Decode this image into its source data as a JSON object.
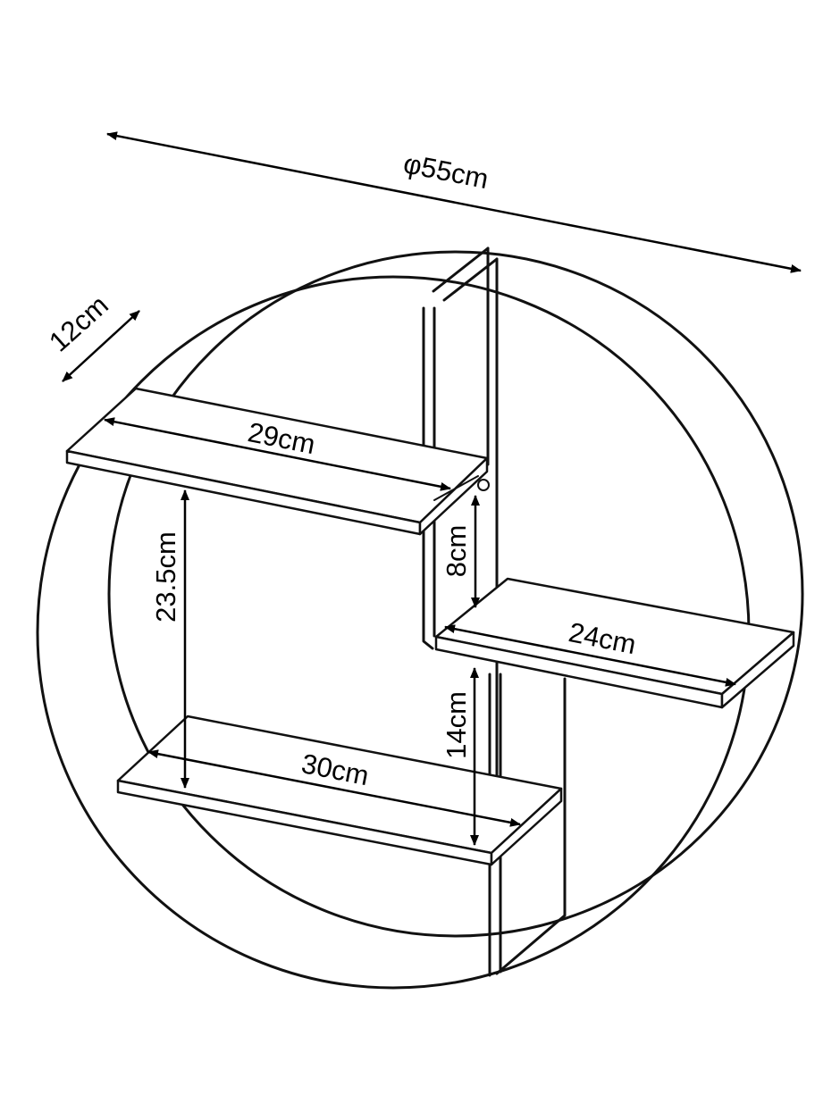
{
  "dimensions": {
    "diameter": "φ55cm",
    "depth": "12cm",
    "top_shelf_width": "29cm",
    "middle_shelf_width": "24cm",
    "bottom_shelf_width": "30cm",
    "left_gap_height": "23.5cm",
    "upper_gap_height": "8cm",
    "lower_gap_height": "14cm"
  },
  "colors": {
    "line": "#111111",
    "background": "#ffffff"
  }
}
